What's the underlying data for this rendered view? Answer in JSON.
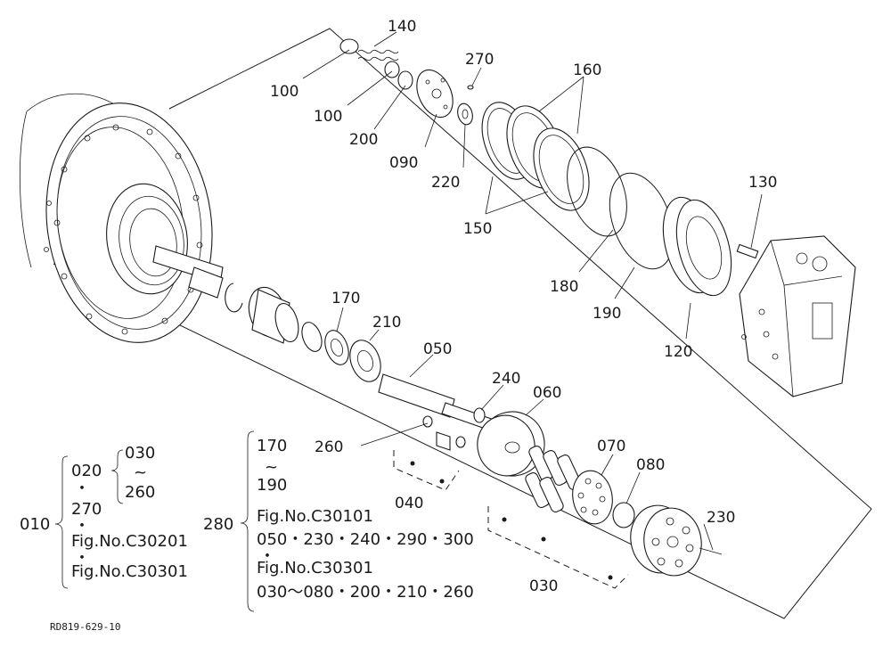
{
  "drawing_code": "RD819-629-10",
  "callouts": {
    "c100a": "100",
    "c140": "140",
    "c100b": "100",
    "c200": "200",
    "c090": "090",
    "c270": "270",
    "c220": "220",
    "c160": "160",
    "c150": "150",
    "c180": "180",
    "c190": "190",
    "c130": "130",
    "c120": "120",
    "c170": "170",
    "c210": "210",
    "c050": "050",
    "c240": "240",
    "c060": "060",
    "c260": "260",
    "c040": "040",
    "c070": "070",
    "c080": "080",
    "c230": "230",
    "c030": "030"
  },
  "legend_010": {
    "root": "010",
    "l1": "020",
    "sub_top": "030",
    "sub_mid": "~",
    "sub_bot": "260",
    "bullet1": "・",
    "l2": "270",
    "bullet2": "・",
    "l3": "Fig.No.C30201",
    "bullet3": "・",
    "l4": "Fig.No.C30301"
  },
  "legend_280": {
    "root": "280",
    "l1": "170",
    "l2": "~",
    "l3": "190",
    "l4": "Fig.No.C30101",
    "l5": "050・230・240・290・300",
    "bullet": "・",
    "l6": "Fig.No.C30301",
    "l7": "030〜080・200・210・260"
  }
}
